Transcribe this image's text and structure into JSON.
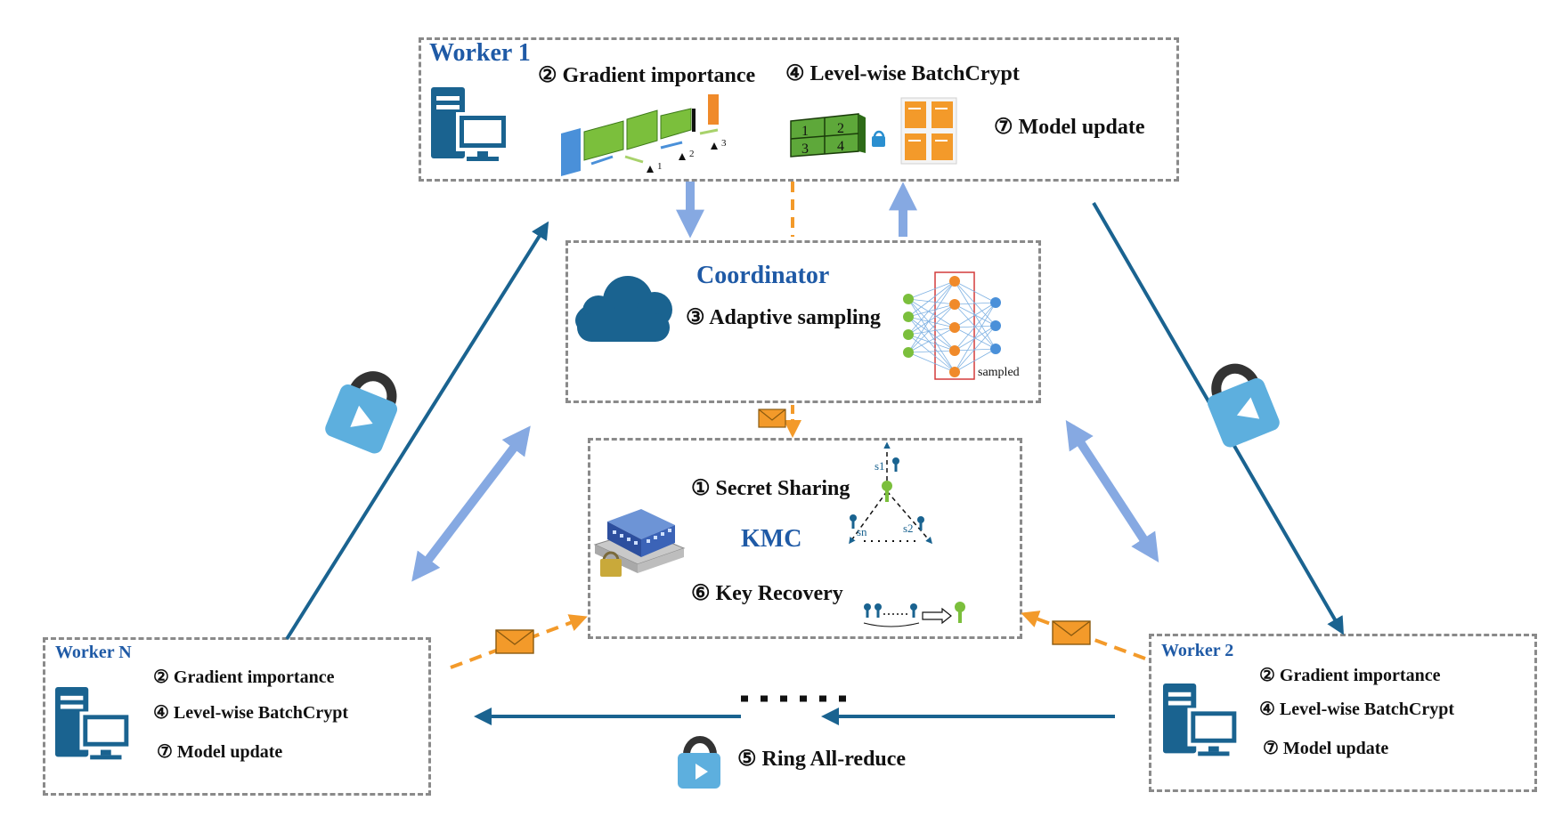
{
  "worker1": {
    "title": "Worker 1",
    "step2": "② Gradient importance",
    "step4": "④ Level-wise BatchCrypt",
    "step7": "⑦ Model update",
    "table_cells": [
      "1",
      "2",
      "3",
      "4"
    ],
    "layer_marks": [
      "1",
      "2",
      "3"
    ]
  },
  "coordinator": {
    "title": "Coordinator",
    "step3": "③ Adaptive sampling",
    "sampled_label": "sampled"
  },
  "kmc": {
    "title": "KMC",
    "step1": "① Secret Sharing",
    "step6": "⑥ Key Recovery",
    "share_labels": [
      "s1",
      "sn",
      "s2"
    ]
  },
  "workerN": {
    "title": "Worker N",
    "step2": "② Gradient importance",
    "step4": "④ Level-wise BatchCrypt",
    "step7": "⑦ Model update"
  },
  "worker2": {
    "title": "Worker 2",
    "step2": "② Gradient importance",
    "step4": "④ Level-wise BatchCrypt",
    "step7": "⑦ Model update"
  },
  "ring": {
    "step5": "⑤ Ring All-reduce"
  },
  "colors": {
    "dark_blue": "#1a6390",
    "light_blue": "#86a9e2",
    "orange": "#f39a2a",
    "green": "#7bbf3c",
    "title_blue": "#1f5aa6"
  }
}
